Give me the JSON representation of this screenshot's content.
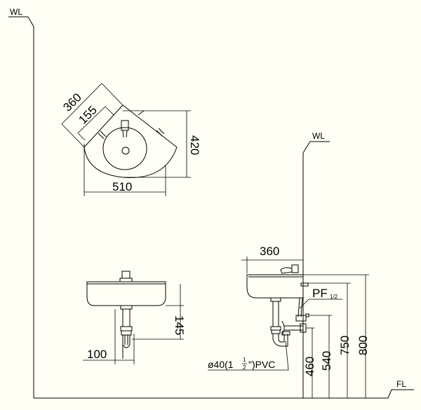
{
  "labels": {
    "wall_line_left": "WL",
    "wall_line_right": "WL",
    "floor_line": "FL",
    "pf": "PF",
    "pf_sub": "1/2",
    "drain_pipe": "ø40(1",
    "drain_frac": "1",
    "drain_den": "2",
    "drain_inch": "\")PVC"
  },
  "dimensions": {
    "top_depth": "360",
    "top_tap_offset": "155",
    "top_height": "420",
    "top_width": "510",
    "front_trap_depth": "145",
    "front_trap_width": "100",
    "side_depth": "360",
    "h_drain": "460",
    "h_supply": "540",
    "h_rim": "750",
    "h_top": "800"
  }
}
